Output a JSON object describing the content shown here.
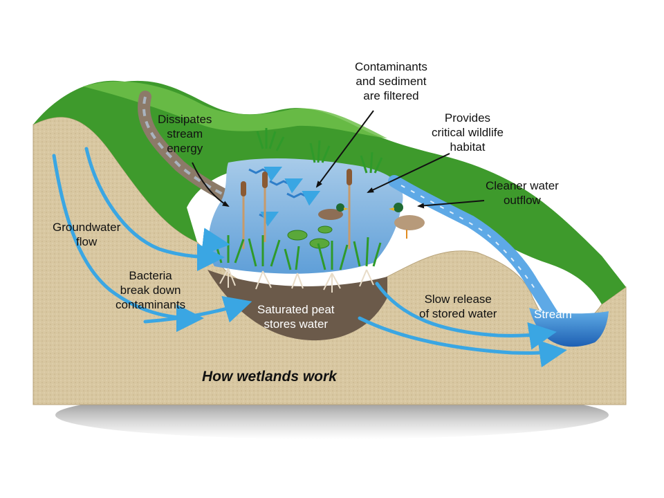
{
  "diagram": {
    "title": "How wetlands work",
    "labels": {
      "contaminants": "Contaminants\nand sediment\nare filtered",
      "wildlife": "Provides\ncritical wildlife\nhabitat",
      "dissipates": "Dissipates\nstream\nenergy",
      "cleaner": "Cleaner water\noutflow",
      "groundwater": "Groundwater\nflow",
      "bacteria": "Bacteria\nbreak down\ncontaminants",
      "peat": "Saturated peat\nstores water",
      "slow_release": "Slow release\nof stored water",
      "stream": "Stream"
    }
  },
  "colors": {
    "soil": "#d8c7a1",
    "grass": "#3e9a2c",
    "grass_light": "#6fc04a",
    "water": "#3d8fd6",
    "pond": "#9cc3e6",
    "arrow": "#3aa6e3",
    "peat": "#6b5a4a"
  }
}
